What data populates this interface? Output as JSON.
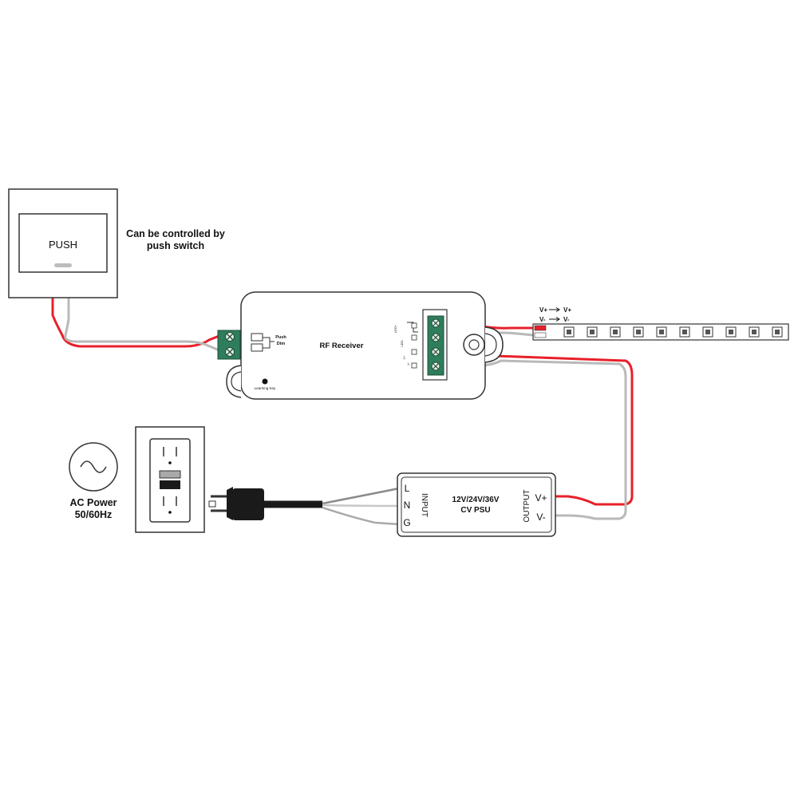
{
  "switch": {
    "button_label": "PUSH",
    "caption_line1": "Can be controlled by",
    "caption_line2": "push switch"
  },
  "receiver": {
    "title": "RF Receiver",
    "push_label_line1": "Push",
    "push_label_line2": "Dim",
    "learning_key_label": "Learning Key",
    "terminal_labels": [
      "LED+",
      "LED-",
      "V+",
      "V-"
    ]
  },
  "strip": {
    "label_top_left": "V+",
    "label_top_right": "V+",
    "label_bottom_left": "V-",
    "label_bottom_right": "V-"
  },
  "power": {
    "ac_line1": "AC Power",
    "ac_line2": "50/60Hz"
  },
  "psu": {
    "title_line1": "12V/24V/36V",
    "title_line2": "CV PSU",
    "input_label": "INPUT",
    "output_label": "OUTPUT",
    "input_terminals": [
      "L",
      "N",
      "G"
    ],
    "output_terminals": [
      "V+",
      "V-"
    ]
  },
  "colors": {
    "wire_red": "#e8202a",
    "wire_grey": "#b9b9b9",
    "terminal_green": "#2e7d5b",
    "outline": "#333333"
  }
}
